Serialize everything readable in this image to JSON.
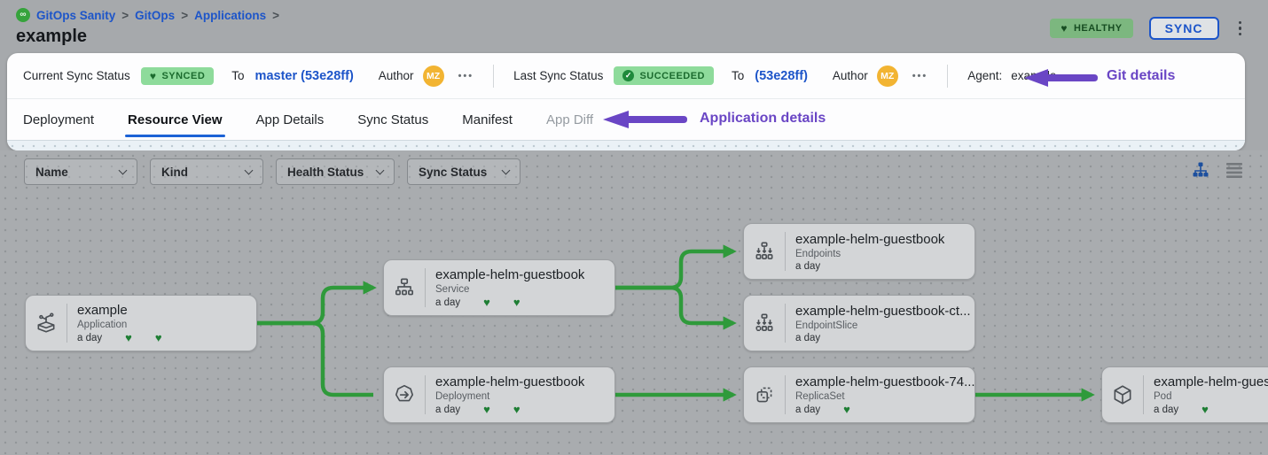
{
  "colors": {
    "accent": "#1b62d6",
    "link": "#1d55c9",
    "purple": "#6a46c5",
    "green": "#2f9a3b",
    "badge-green": "#8edb9b",
    "heart": "#1e7e34"
  },
  "breadcrumb": {
    "separator": ">",
    "items": [
      "GitOps Sanity",
      "GitOps",
      "Applications"
    ]
  },
  "page": {
    "title": "example"
  },
  "header_actions": {
    "health_badge": "HEALTHY",
    "heart_glyph": "♥",
    "sync_button": "SYNC"
  },
  "sync_bar": {
    "current": {
      "label": "Current Sync Status",
      "badge": "SYNCED",
      "to_label": "To",
      "revision": "master (53e28ff)",
      "author_label": "Author",
      "author_initials": "MZ",
      "more": "•••"
    },
    "last": {
      "label": "Last Sync Status",
      "badge": "SUCCEEDED",
      "check_glyph": "✓",
      "to_label": "To",
      "revision": "(53e28ff)",
      "author_label": "Author",
      "author_initials": "MZ",
      "more": "•••"
    },
    "agent": {
      "label": "Agent:",
      "value": "example"
    },
    "annotation": "Git details"
  },
  "tabs": {
    "items": [
      {
        "label": "Deployment"
      },
      {
        "label": "Resource View"
      },
      {
        "label": "App Details"
      },
      {
        "label": "Sync Status"
      },
      {
        "label": "Manifest"
      },
      {
        "label": "App Diff"
      }
    ],
    "annotation": "Application details"
  },
  "filters": {
    "dropdowns": [
      {
        "label": "Name"
      },
      {
        "label": "Kind"
      },
      {
        "label": "Health Status"
      },
      {
        "label": "Sync Status"
      }
    ]
  },
  "graph": {
    "nodes": [
      {
        "title": "example",
        "kind": "Application",
        "age": "a day",
        "hearts": 2
      },
      {
        "title": "example-helm-guestbook",
        "kind": "Service",
        "age": "a day",
        "hearts": 2
      },
      {
        "title": "example-helm-guestbook",
        "kind": "Deployment",
        "age": "a day",
        "hearts": 2
      },
      {
        "title": "example-helm-guestbook",
        "kind": "Endpoints",
        "age": "a day",
        "hearts": 0
      },
      {
        "title": "example-helm-guestbook-ct...",
        "kind": "EndpointSlice",
        "age": "a day",
        "hearts": 0
      },
      {
        "title": "example-helm-guestbook-74...",
        "kind": "ReplicaSet",
        "age": "a day",
        "hearts": 1
      },
      {
        "title": "example-helm-guest",
        "kind": "Pod",
        "age": "a day",
        "hearts": 1
      }
    ]
  }
}
